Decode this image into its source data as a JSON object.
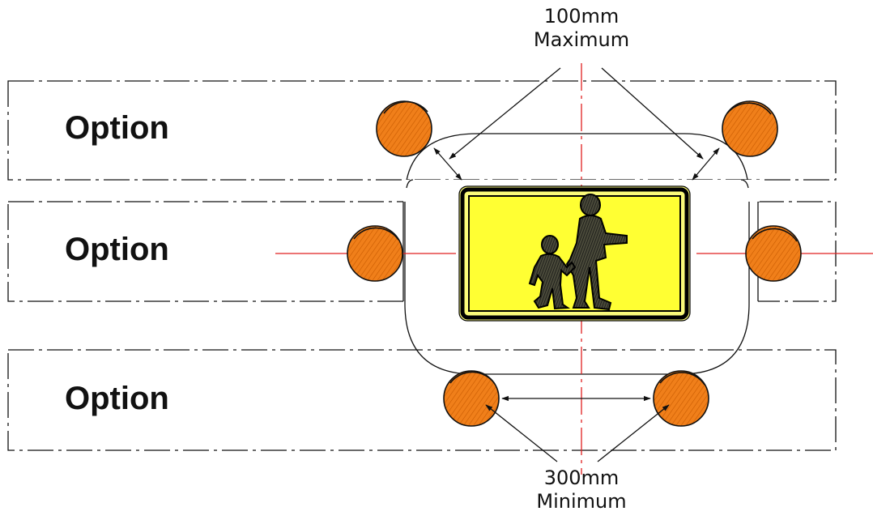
{
  "options": [
    {
      "label": "Option"
    },
    {
      "label": "Option"
    },
    {
      "label": "Option"
    }
  ],
  "dimensions": {
    "top": {
      "value": "100mm",
      "qualifier": "Maximum"
    },
    "bottom": {
      "value": "300mm",
      "qualifier": "Minimum"
    }
  },
  "sign": {
    "icon": "children-crossing-sign-icon"
  },
  "lamps": {
    "count": 6,
    "icon": "flashing-amber-lamp-icon"
  },
  "colors": {
    "lamp_fill": "#f07f1a",
    "lamp_outline": "#7a3a00",
    "sign_yellow": "#ffff33",
    "sign_border": "#000000",
    "centerline": "#e02020",
    "outline": "#111111"
  }
}
